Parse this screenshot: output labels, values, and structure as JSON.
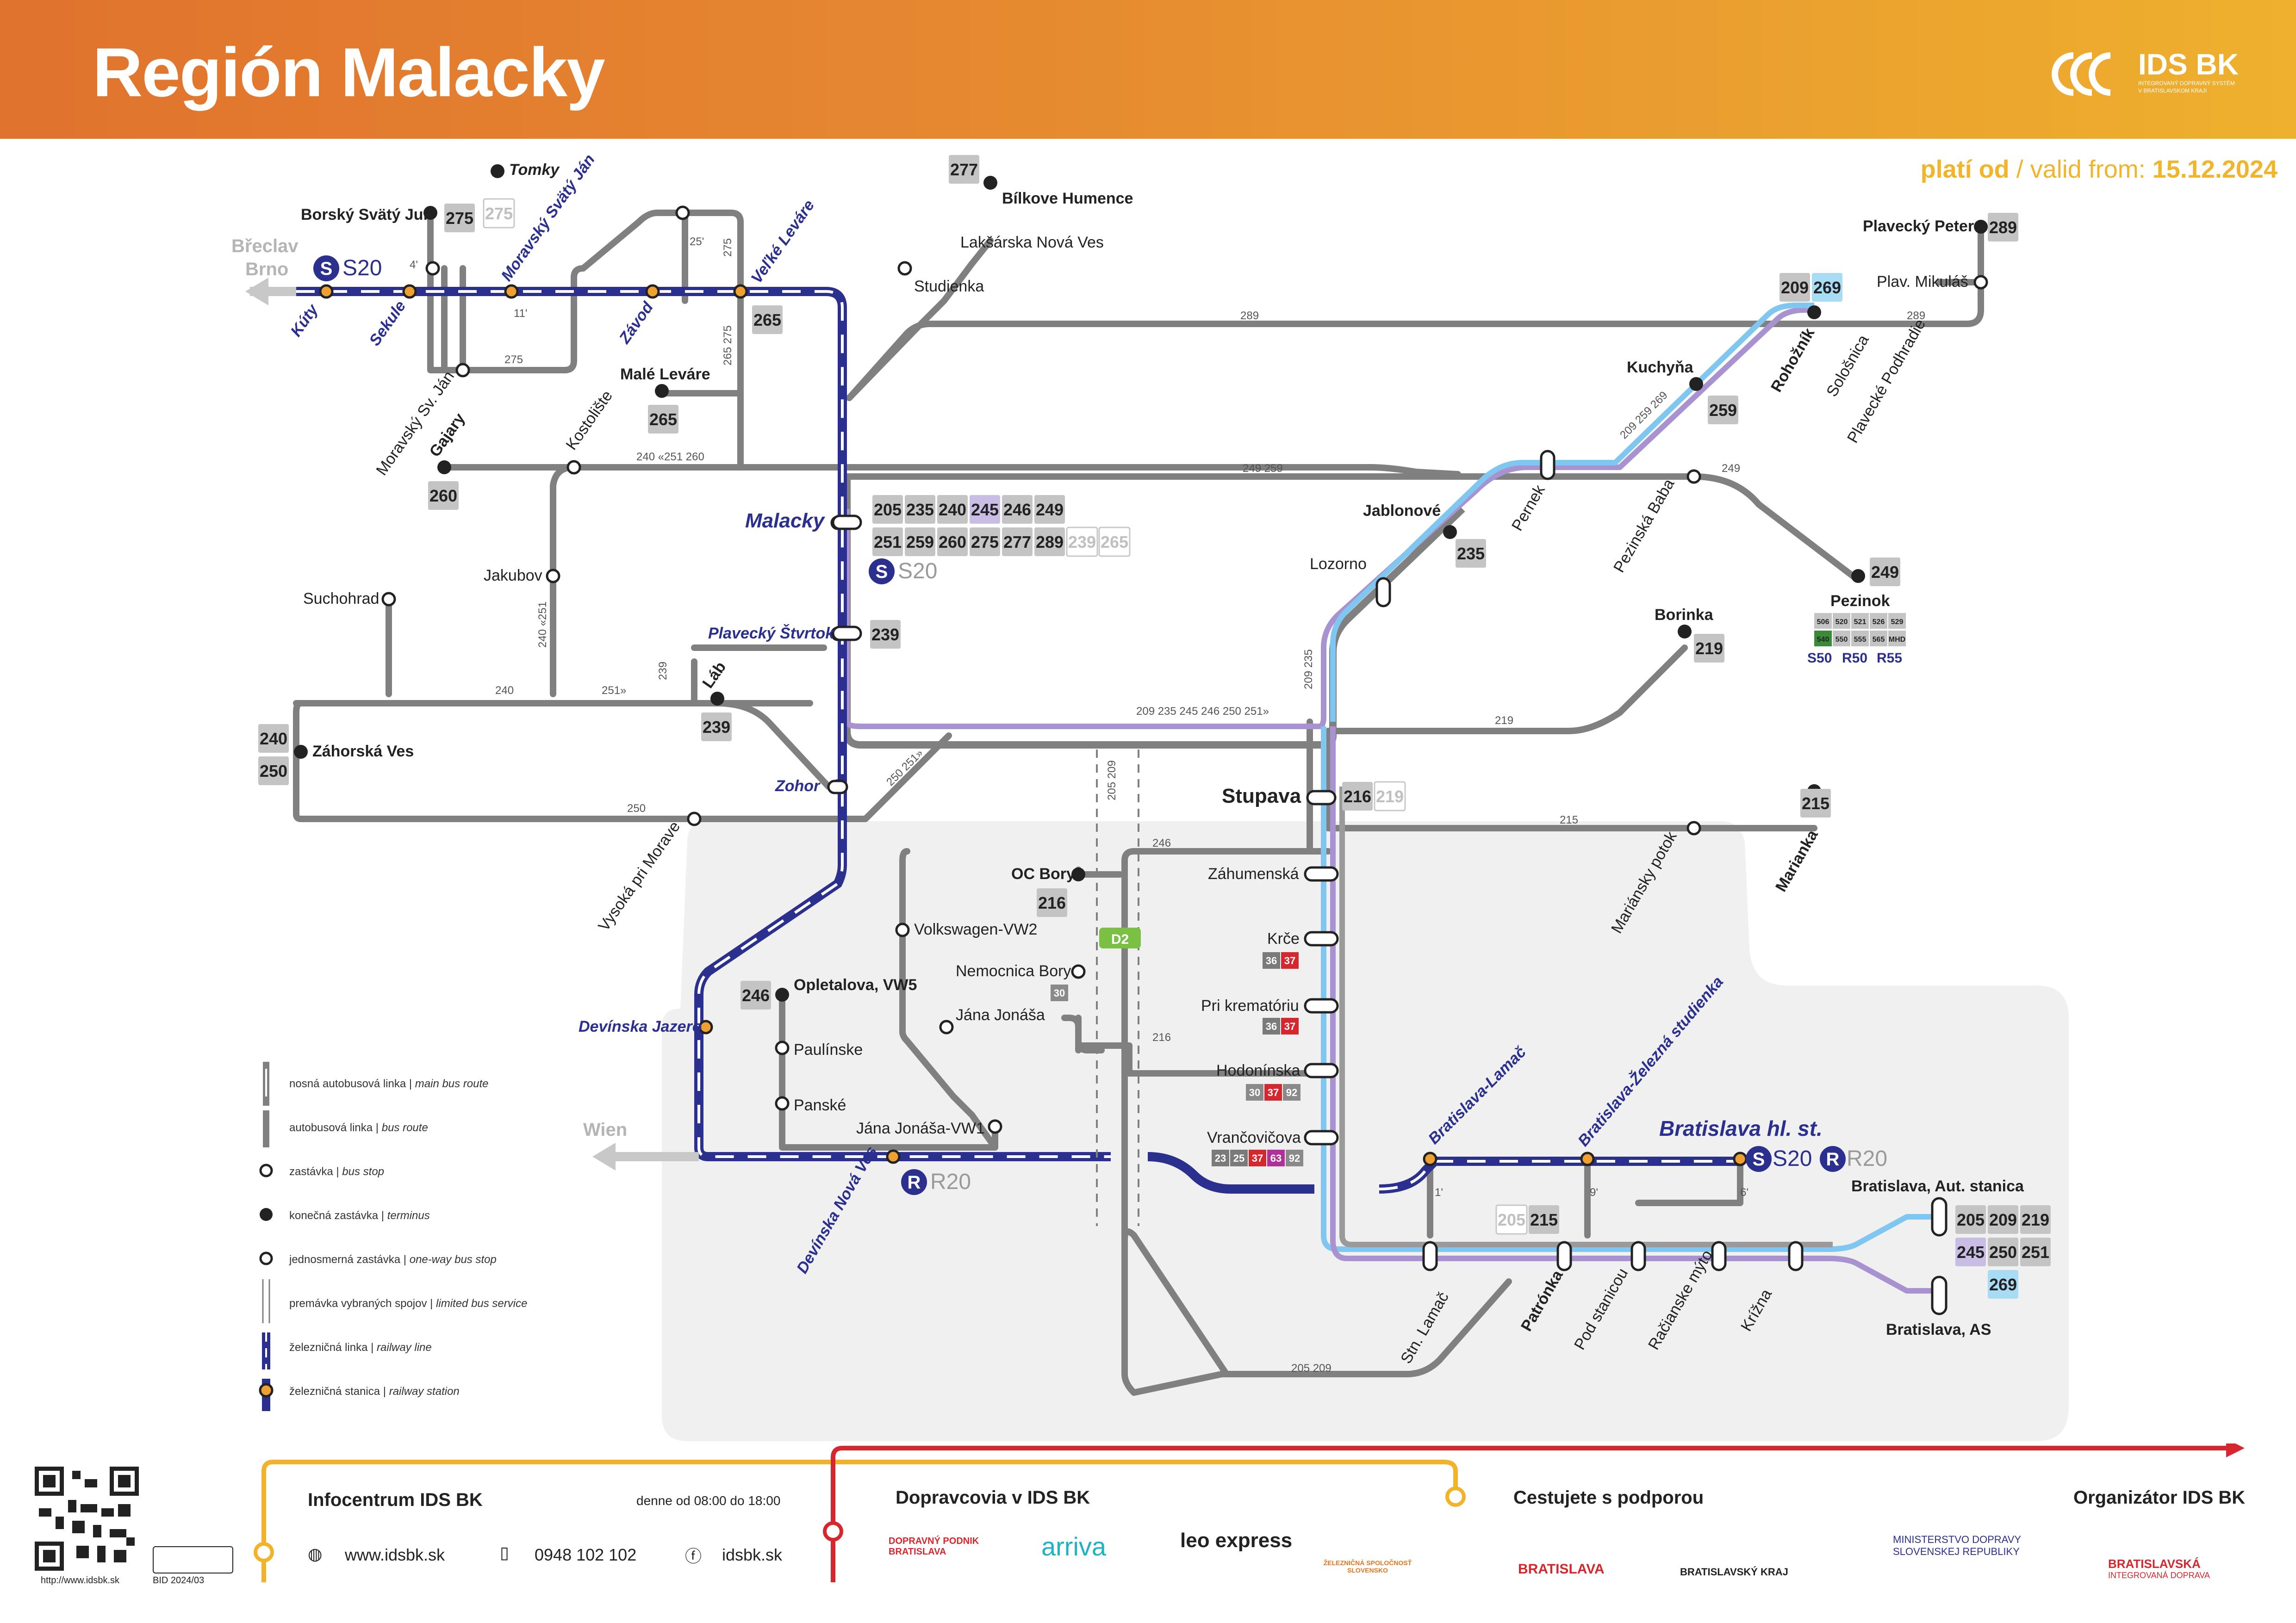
{
  "header": {
    "title": "Región Malacky",
    "brand": "IDS BK",
    "brand_sub": "INTEGROVANÝ DOPRAVNÝ SYSTÉM V BRATISLAVSKOM KRAJI",
    "valid_label": "platí od",
    "valid_sep": " / valid from: ",
    "valid_date": "15.12.2024"
  },
  "colors": {
    "header_orange": "#e0732e",
    "header_yellow": "#eeb02e",
    "bus_line": "#808080",
    "rail_line": "#2b2f8e",
    "station_orange": "#f0a030",
    "blue_route": "#7fc7f0",
    "purple_route": "#a893d0",
    "bg_zone": "#f0f0f0",
    "footer_yellow": "#f2b32a",
    "footer_red": "#d6272e"
  },
  "rail": {
    "s20": "S20",
    "r20": "R20",
    "dir_breclav": "Břeclav",
    "dir_brno": "Brno",
    "dir_wien": "Wien"
  },
  "stations": [
    {
      "name": "Kúty"
    },
    {
      "name": "Sekule"
    },
    {
      "name": "Moravský Svätý Ján"
    },
    {
      "name": "Závod"
    },
    {
      "name": "Veľké Leváre"
    },
    {
      "name": "Malacky"
    },
    {
      "name": "Plavecký Štvrtok"
    },
    {
      "name": "Zohor"
    },
    {
      "name": "Devínska Jazero"
    },
    {
      "name": "Devínska Nová Ves"
    },
    {
      "name": "Bratislava-Lamač"
    },
    {
      "name": "Bratislava-Železná studienka"
    },
    {
      "name": "Bratislava hl. st."
    }
  ],
  "stops": [
    {
      "name": "Tomky"
    },
    {
      "name": "Borský Svätý Jur"
    },
    {
      "name": "Moravský Sv. Ján"
    },
    {
      "name": "Gajary"
    },
    {
      "name": "Kostolište"
    },
    {
      "name": "Malé Leváre"
    },
    {
      "name": "Jakubov"
    },
    {
      "name": "Suchohrad"
    },
    {
      "name": "Záhorská Ves"
    },
    {
      "name": "Láb"
    },
    {
      "name": "Vysoká pri Morave"
    },
    {
      "name": "Bílkove Humence"
    },
    {
      "name": "Lakšárska Nová Ves"
    },
    {
      "name": "Studienka"
    },
    {
      "name": "Plavecký Peter"
    },
    {
      "name": "Plav. Mikuláš"
    },
    {
      "name": "Rohožník"
    },
    {
      "name": "Kuchyňa"
    },
    {
      "name": "Sološnica"
    },
    {
      "name": "Plavecké Podhradie"
    },
    {
      "name": "Jablonové"
    },
    {
      "name": "Pernek"
    },
    {
      "name": "Pezinská Baba"
    },
    {
      "name": "Lozorno"
    },
    {
      "name": "Pezinok"
    },
    {
      "name": "Borinka"
    },
    {
      "name": "Stupava"
    },
    {
      "name": "Marianka"
    },
    {
      "name": "Mariánsky potok"
    },
    {
      "name": "Záhumenská"
    },
    {
      "name": "Krče"
    },
    {
      "name": "Pri krematóriu"
    },
    {
      "name": "Hodonínska"
    },
    {
      "name": "Vrančovičova"
    },
    {
      "name": "OC Bory"
    },
    {
      "name": "Volkswagen-VW2"
    },
    {
      "name": "Nemocnica Bory"
    },
    {
      "name": "Jána Jonáša"
    },
    {
      "name": "Opletalova, VW5"
    },
    {
      "name": "Paulínske"
    },
    {
      "name": "Panské"
    },
    {
      "name": "Jána Jonáša-VW1"
    },
    {
      "name": "Stn. Lamač"
    },
    {
      "name": "Patrónka"
    },
    {
      "name": "Pod stanicou"
    },
    {
      "name": "Račianske mýto"
    },
    {
      "name": "Krížna"
    },
    {
      "name": "Bratislava, Aut. stanica"
    },
    {
      "name": "Bratislava, AS"
    }
  ],
  "line_badges": {
    "malacky": [
      "205",
      "235",
      "240",
      "245",
      "246",
      "249",
      "251",
      "259",
      "260",
      "275",
      "277",
      "289",
      "239",
      "265"
    ],
    "tomky": "275",
    "borsky": "275",
    "gajary": "260",
    "male_levare": "265",
    "velke_levare": "265",
    "bilkove": "277",
    "plav_peter": "289",
    "rohoznik": [
      "209",
      "269"
    ],
    "kuchyna": "259",
    "jablonove": "235",
    "pezinok": "249",
    "borinka": "219",
    "stupava": [
      "216",
      "219"
    ],
    "marianka": "215",
    "zahorska": [
      "240",
      "250"
    ],
    "lab": "239",
    "plav_stvrtok": "239",
    "oc_bory": "216",
    "opletalova": "246",
    "patronka": [
      "205",
      "215"
    ],
    "ba_as": [
      "205",
      "209",
      "219",
      "245",
      "250",
      "251",
      "269"
    ]
  },
  "pezinok_mhd": [
    "506",
    "520",
    "521",
    "526",
    "529",
    "540",
    "550",
    "555",
    "565",
    "MHD"
  ],
  "pezinok_rail": [
    "S50",
    "R50",
    "R55"
  ],
  "tram_badges": {
    "krce": [
      "36",
      "37"
    ],
    "pri_krematoriu": [
      "36",
      "37"
    ],
    "hodoninska": [
      "30",
      "37",
      "92"
    ],
    "vrancovicova": [
      "23",
      "25",
      "37",
      "63",
      "92"
    ],
    "nemocnica": [
      "30"
    ]
  },
  "segment_labels": [
    "289",
    "249  259",
    "249",
    "240 «251 260",
    "275",
    "25'",
    "275",
    "265 275",
    "11'",
    "4'",
    "240 «251",
    "240",
    "251»",
    "239",
    "250 251»",
    "250",
    "209  235  245  246  250  251»",
    "219",
    "215",
    "246",
    "216",
    "205  209",
    "205  209",
    "209  235",
    "289",
    "209  259  269",
    "1'",
    "9'",
    "6'"
  ],
  "motorway": "D2",
  "legend": [
    {
      "sk": "nosná autobusová linka",
      "en": "main bus route"
    },
    {
      "sk": "autobusová linka",
      "en": "bus route"
    },
    {
      "sk": "zastávka",
      "en": "bus stop"
    },
    {
      "sk": "konečná zastávka",
      "en": "terminus"
    },
    {
      "sk": "jednosmerná zastávka",
      "en": "one-way bus stop"
    },
    {
      "sk": "premávka vybraných spojov",
      "en": "limited bus service"
    },
    {
      "sk": "železničná linka",
      "en": "railway line"
    },
    {
      "sk": "železničná stanica",
      "en": "railway station"
    }
  ],
  "footer": {
    "qr_url": "http://www.idsbk.sk",
    "bid": "BID 2024/03",
    "info_title": "Infocentrum IDS BK",
    "info_hours": "denne od 08:00 do 18:00",
    "web": "www.idsbk.sk",
    "phone": "0948 102 102",
    "fb": "idsbk.sk",
    "carriers_title": "Dopravcovia v IDS BK",
    "carriers": [
      "DOPRAVNÝ PODNIK BRATISLAVA",
      "arriva",
      "leo express",
      "ŽELEZNIČNÁ SPOLOČNOSŤ SLOVENSKO"
    ],
    "support_title": "Cestujete s podporou",
    "supporters": [
      "BRATISLAVA",
      "BRATISLAVSKÝ KRAJ",
      "MINISTERSTVO DOPRAVY SLOVENSKEJ REPUBLIKY"
    ],
    "organizer_title": "Organizátor IDS BK",
    "organizer": [
      "BRATISLAVSKÁ",
      "INTEGROVANÁ DOPRAVA"
    ]
  }
}
